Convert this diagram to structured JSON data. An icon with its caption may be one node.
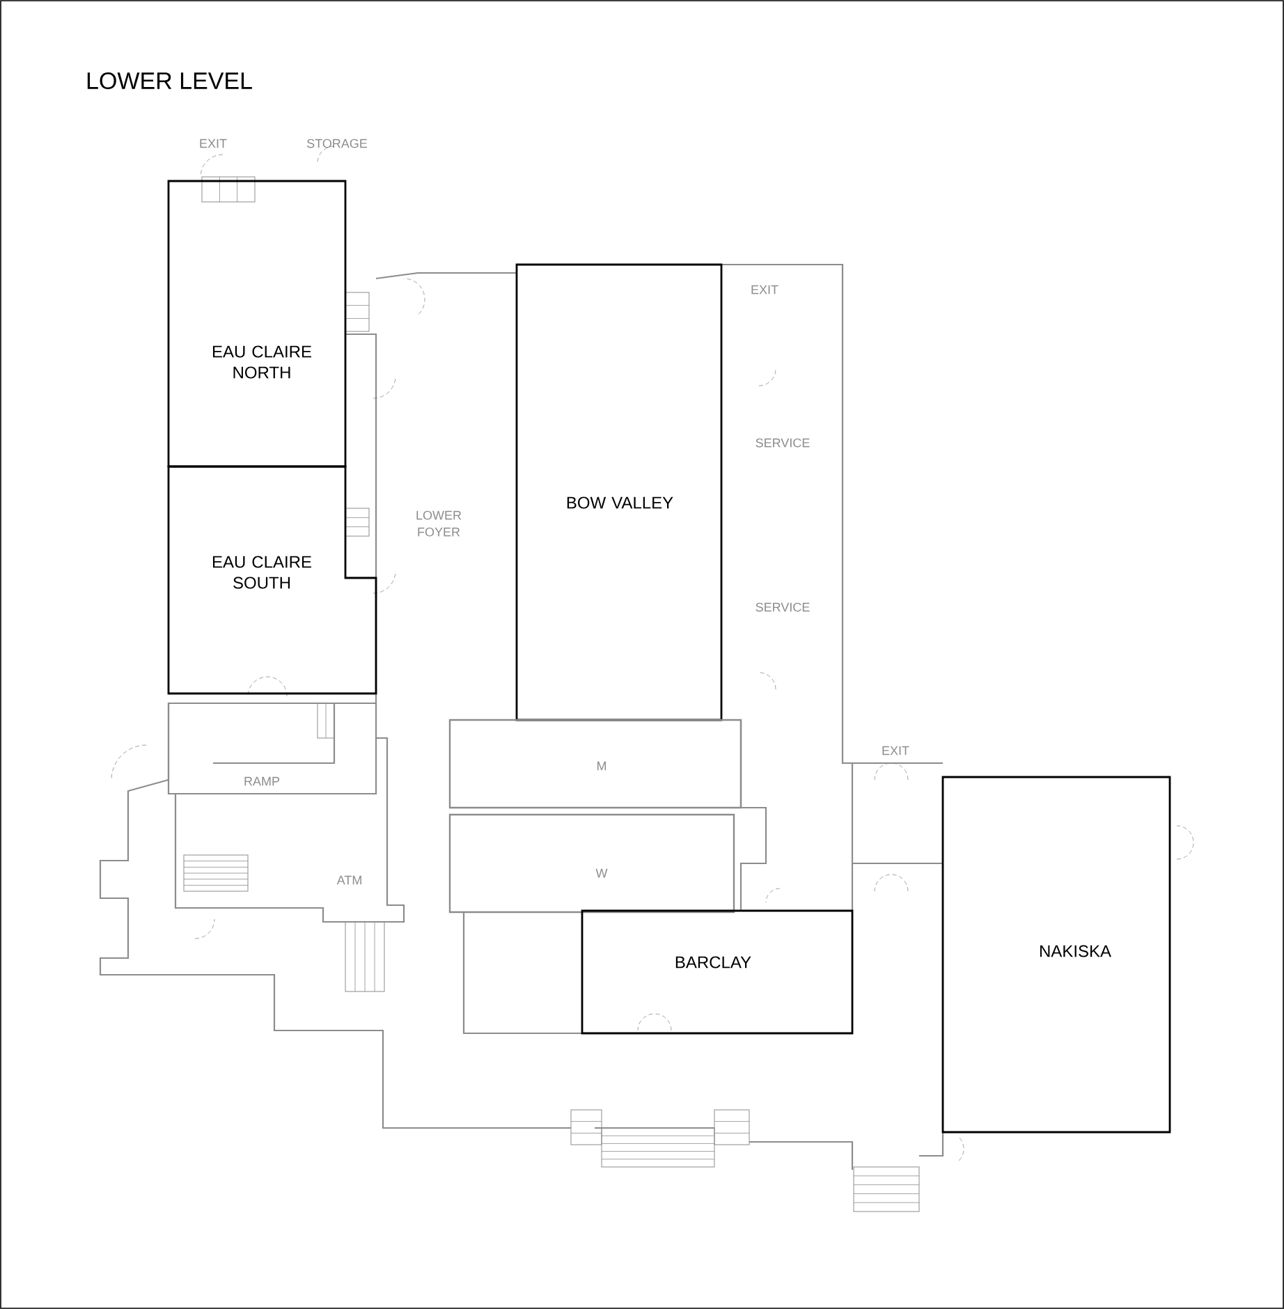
{
  "diagram": {
    "title": "LOWER LEVEL",
    "nodes": [
      {
        "text": [
          "EAU CLAIRE NORTH"
        ]
      },
      {
        "text": [
          "EAU CLAIRE SOUTH"
        ]
      },
      {
        "text": [
          "BOW VALLEY"
        ]
      },
      {
        "text": [
          "M"
        ]
      },
      {
        "text": [
          "W"
        ]
      },
      {
        "text": [
          "BARCLAY"
        ]
      },
      {
        "text": [
          "NAKISKA"
        ]
      }
    ],
    "edges": [],
    "labels": [
      "EXIT",
      "STORAGE",
      "EXIT",
      "SERVICE",
      "LOWER FOYER",
      "SERVICE",
      "EXIT",
      "RAMP",
      "ATM"
    ]
  }
}
